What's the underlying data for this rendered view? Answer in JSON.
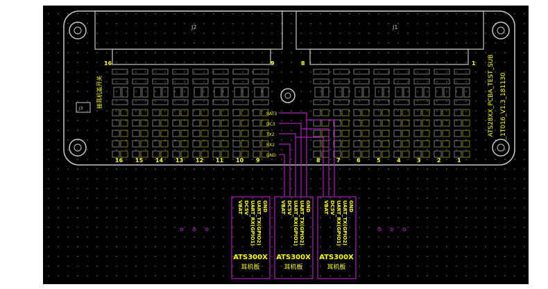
{
  "board": {
    "connector_left": "J2",
    "connector_right": "J1",
    "pin_labels": {
      "left_start": "16",
      "left_end": "9",
      "right_start": "8",
      "right_end": "1"
    },
    "side_text_vertical": "ATS28XX_PCBA_TEST_SUB",
    "side_text_vertical_2": "_1T016_V1.3_181130",
    "chinese_vertical": "接耳机盖开关",
    "j3": "J3",
    "channel_numbers": [
      "16",
      "15",
      "14",
      "13",
      "12",
      "11",
      "10",
      "9",
      "8",
      "7",
      "6",
      "5",
      "4",
      "3",
      "2",
      "1"
    ],
    "right_signals": [
      "BAT3",
      "DC3",
      "TX2",
      "RX2",
      "GND"
    ]
  },
  "module_pins": [
    "VBAT",
    "DC5V",
    "UART_RX(GPIO1)",
    "UART_TX(GPIO2)",
    "GND"
  ],
  "modules": [
    {
      "name": "ATS300X",
      "sub": "耳机板"
    },
    {
      "name": "ATS300X",
      "sub": "耳机板"
    },
    {
      "name": "ATS300X",
      "sub": "耳机板"
    }
  ],
  "colors": {
    "bg": "#000000",
    "outline": "#c8c8c8",
    "text": "#ffff00",
    "wire": "#b020c0",
    "dot": "#c0c0c0"
  }
}
